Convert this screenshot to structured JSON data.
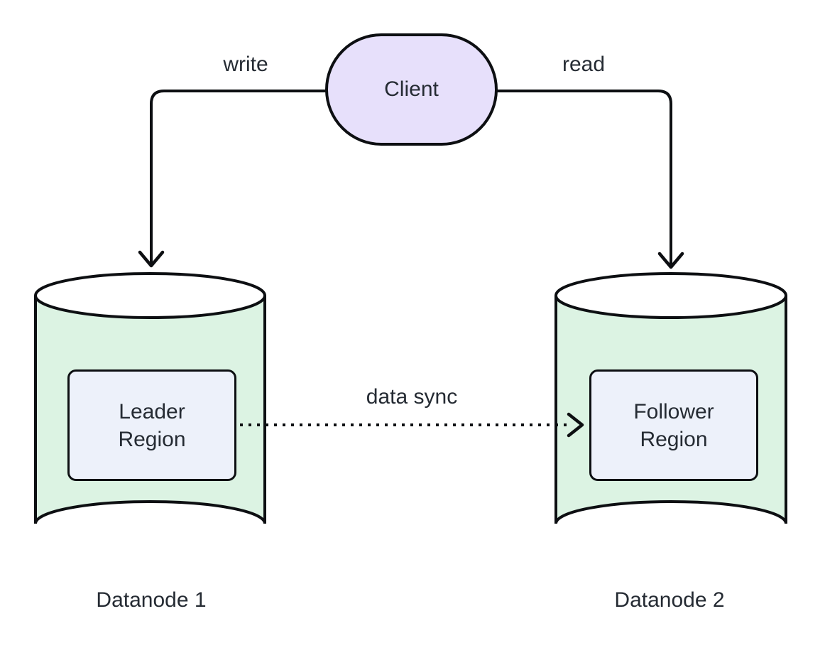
{
  "colors": {
    "background": "#FFFFFF",
    "stroke": "#0D0F12",
    "text": "#252B33",
    "client_fill": "#E7E0FB",
    "cylinder_fill": "#DCF3E3",
    "region_fill": "#EDF1FA"
  },
  "nodes": {
    "client": {
      "label": "Client",
      "shape": "stadium"
    },
    "leader_region": {
      "label": "Leader Region",
      "shape": "rounded-rect"
    },
    "follower_region": {
      "label": "Follower Region",
      "shape": "rounded-rect"
    }
  },
  "clusters": {
    "datanode1": {
      "label": "Datanode 1",
      "shape": "cylinder",
      "contains": "Leader Region"
    },
    "datanode2": {
      "label": "Datanode 2",
      "shape": "cylinder",
      "contains": "Follower Region"
    }
  },
  "edges": {
    "write": {
      "label": "write",
      "from": "Client",
      "to": "Datanode 1",
      "style": "solid"
    },
    "read": {
      "label": "read",
      "from": "Client",
      "to": "Datanode 2",
      "style": "solid"
    },
    "data_sync": {
      "label": "data sync",
      "from": "Leader Region",
      "to": "Follower Region",
      "style": "dotted"
    }
  }
}
